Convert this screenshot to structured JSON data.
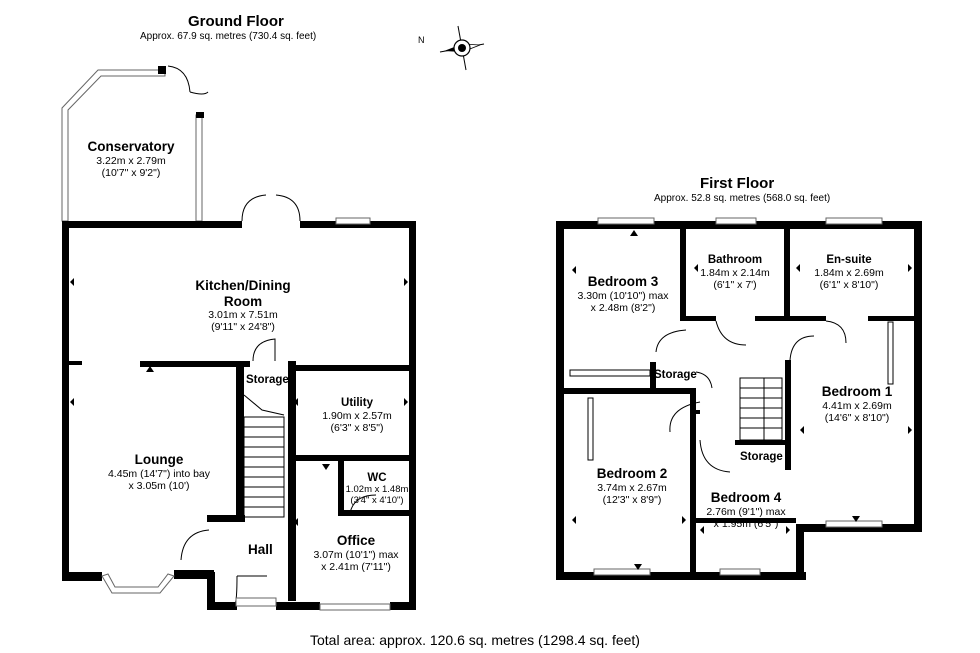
{
  "ground_floor": {
    "title": "Ground Floor",
    "area": "Approx. 67.9 sq. metres (730.4 sq. feet)",
    "rooms": {
      "conservatory": {
        "name": "Conservatory",
        "dims": [
          "3.22m x 2.79m",
          "(10'7\" x 9'2\")"
        ]
      },
      "kitchen": {
        "name": [
          "Kitchen/Dining",
          "Room"
        ],
        "dims": [
          "3.01m x 7.51m",
          "(9'11\" x 24'8\")"
        ]
      },
      "storage": {
        "name": "Storage"
      },
      "utility": {
        "name": "Utility",
        "dims": [
          "1.90m x 2.57m",
          "(6'3\" x 8'5\")"
        ]
      },
      "lounge": {
        "name": "Lounge",
        "dims": [
          "4.45m (14'7\") into bay",
          "x 3.05m (10')"
        ]
      },
      "wc": {
        "name": "WC",
        "dims": [
          "1.02m x 1.48m",
          "(3'4\" x 4'10\")"
        ]
      },
      "hall": {
        "name": "Hall"
      },
      "office": {
        "name": "Office",
        "dims": [
          "3.07m (10'1\") max",
          "x 2.41m (7'11\")"
        ]
      }
    }
  },
  "first_floor": {
    "title": "First Floor",
    "area": "Approx. 52.8 sq. metres (568.0 sq. feet)",
    "rooms": {
      "bedroom3": {
        "name": "Bedroom 3",
        "dims": [
          "3.30m (10'10\") max",
          "x 2.48m (8'2\")"
        ]
      },
      "bathroom": {
        "name": "Bathroom",
        "dims": [
          "1.84m x 2.14m",
          "(6'1\" x 7')"
        ]
      },
      "ensuite": {
        "name": "En-suite",
        "dims": [
          "1.84m x 2.69m",
          "(6'1\" x 8'10\")"
        ]
      },
      "storage_a": {
        "name": "Storage"
      },
      "storage_b": {
        "name": "Storage"
      },
      "bedroom1": {
        "name": "Bedroom 1",
        "dims": [
          "4.41m x 2.69m",
          "(14'6\" x 8'10\")"
        ]
      },
      "bedroom2": {
        "name": "Bedroom 2",
        "dims": [
          "3.74m x 2.67m",
          "(12'3\" x 8'9\")"
        ]
      },
      "bedroom4": {
        "name": "Bedroom 4",
        "dims": [
          "2.76m (9'1\") max",
          "x 1.95m (6'5\")"
        ]
      }
    }
  },
  "compass": {
    "label": "N"
  },
  "total_area": "Total area: approx. 120.6 sq. metres (1298.4 sq. feet)"
}
